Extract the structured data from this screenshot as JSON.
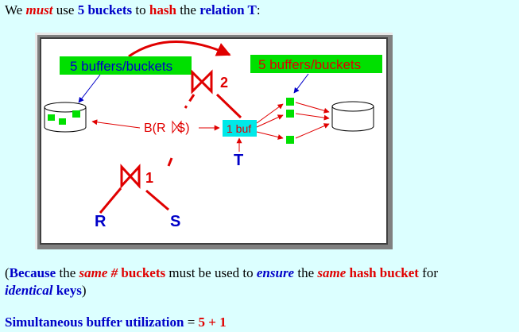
{
  "intro": {
    "p1": "We ",
    "must": "must",
    "p2": " use ",
    "five_buckets": "5 buckets",
    "p3": " to ",
    "hash": "hash",
    "p4": " the ",
    "relation_t": "relation T",
    "p5": ":"
  },
  "diagram": {
    "left_buffers_label": "5 buffers/buckets",
    "right_buffers_label": "5 buffers/buckets",
    "join_upper_number": "2",
    "join_lower_number": "1",
    "intermediate_label_pre": "B(R",
    "intermediate_label_post": "S)",
    "one_buf_label": "1 buf",
    "t_label": "T",
    "r_label": "R",
    "s_label": "S"
  },
  "because": {
    "open": "(",
    "because": "Because",
    "p1": " the ",
    "same1": "same #",
    "buckets": " buckets",
    "p2": " must be used to ",
    "ensure": "ensure",
    "p3": " the ",
    "same2": "same",
    "hash_bucket": " hash bucket",
    "p4": " for",
    "identical": "identical",
    "keys": " keys",
    "close": ")"
  },
  "utilization": {
    "label": "Simultaneous buffer utilization",
    "eq": " = ",
    "value": "5 + 1"
  },
  "colors": {
    "background": "#dcffff",
    "red": "#e00000",
    "blue": "#0000c8",
    "green": "#00e000",
    "cyan_box": "#00e8e8"
  }
}
